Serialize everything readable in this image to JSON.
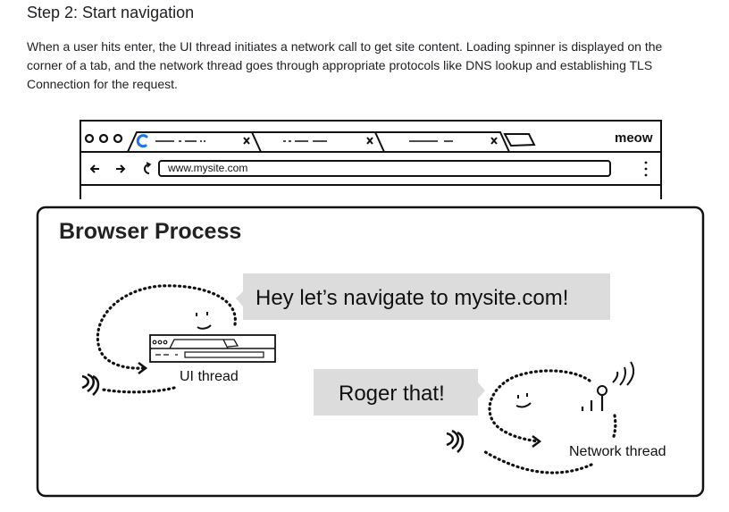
{
  "heading": "Step 2: Start navigation",
  "paragraph": "When a user hits enter, the UI thread initiates a network call to get site content. Loading spinner is displayed on the corner of a tab, and the network thread goes through appropriate protocols like DNS lookup and establishing TLS Connection for the request.",
  "illustration": {
    "browser": {
      "brand": "meow",
      "url": "www.mysite.com"
    },
    "process_title": "Browser Process",
    "bubble_ui": "Hey let’s navigate to mysite.com!",
    "bubble_network": "Roger that!",
    "label_ui": "UI thread",
    "label_network": "Network thread",
    "spinner_color": "#1a73e8"
  }
}
